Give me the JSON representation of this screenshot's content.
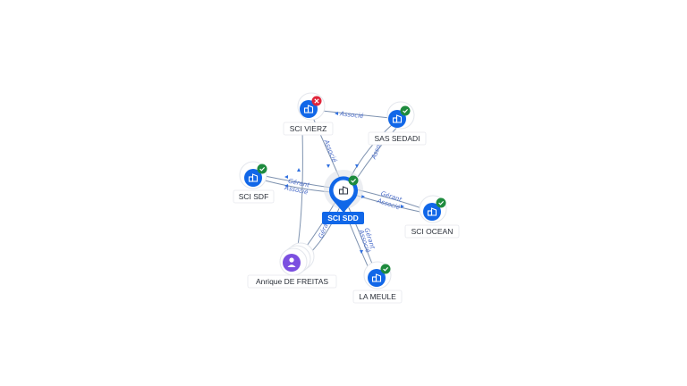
{
  "graph": {
    "center": {
      "label": "SCI SDD",
      "status": "active"
    },
    "nodes": [
      {
        "id": "sci-vierz",
        "label": "SCI VIERZ",
        "kind": "company",
        "status": "inactive"
      },
      {
        "id": "sas-sedadi",
        "label": "SAS SEDADI",
        "kind": "company",
        "status": "active"
      },
      {
        "id": "sci-sdf",
        "label": "SCI SDF",
        "kind": "company",
        "status": "active"
      },
      {
        "id": "sci-ocean",
        "label": "SCI OCEAN",
        "kind": "company",
        "status": "active"
      },
      {
        "id": "la-meule",
        "label": "LA MEULE",
        "kind": "company",
        "status": "active"
      },
      {
        "id": "anrique",
        "label": "Anrique DE FREITAS",
        "kind": "person",
        "status": "none"
      }
    ],
    "edge_labels": {
      "vierz_sedadi": "Associé",
      "vierz_center": "Associé",
      "sedadi_center": "Associé",
      "sdf_center_1": "Gérant",
      "sdf_center_2": "Associé",
      "ocean_1": "Gérant",
      "ocean_2": "Associé",
      "meule_1": "Gérant",
      "meule_2": "Associé",
      "anrique_center": "Gérant"
    },
    "colors": {
      "company": "#1167e8",
      "person": "#7b4fe0",
      "active_badge": "#1e8b3e",
      "inactive_badge": "#e0253a",
      "edge_label": "#4a6cc9"
    },
    "icons": {
      "company": "building-icon",
      "person": "person-icon",
      "active": "check-icon",
      "inactive": "cross-icon"
    }
  }
}
